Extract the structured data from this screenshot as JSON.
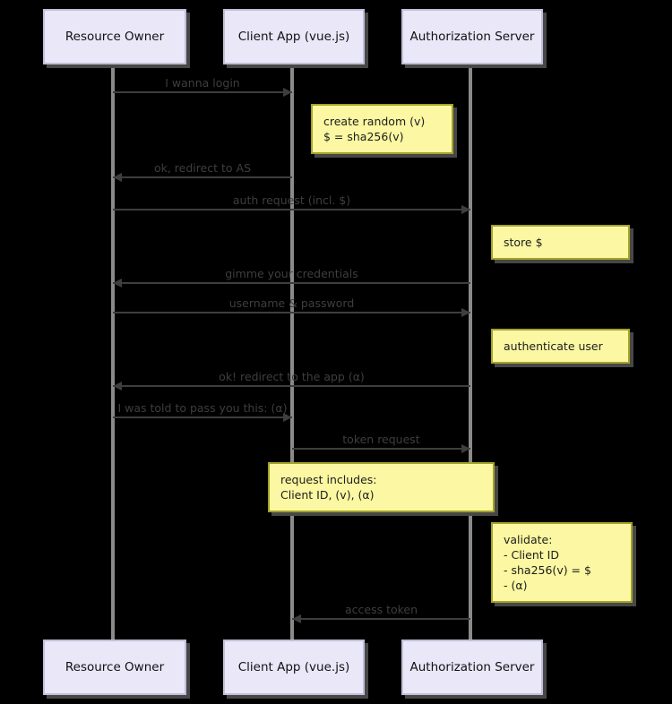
{
  "participants": [
    "Resource Owner",
    "Client App (vue.js)",
    "Authorization Server"
  ],
  "messages": [
    {
      "from": "Resource Owner",
      "to": "Client App (vue.js)",
      "direction": "right",
      "label": "I wanna login"
    },
    {
      "from": "Client App (vue.js)",
      "to": "Resource Owner",
      "direction": "left",
      "label": "ok, redirect to AS"
    },
    {
      "from": "Resource Owner",
      "to": "Authorization Server",
      "direction": "right",
      "label": "auth request (incl. $)"
    },
    {
      "from": "Authorization Server",
      "to": "Resource Owner",
      "direction": "left",
      "label": "gimme your credentials"
    },
    {
      "from": "Resource Owner",
      "to": "Authorization Server",
      "direction": "right",
      "label": "username & password"
    },
    {
      "from": "Authorization Server",
      "to": "Resource Owner",
      "direction": "left",
      "label": "ok! redirect to the app (α)"
    },
    {
      "from": "Resource Owner",
      "to": "Client App (vue.js)",
      "direction": "right",
      "label": "I was told to pass you this: (α)"
    },
    {
      "from": "Client App (vue.js)",
      "to": "Authorization Server",
      "direction": "right",
      "label": "token request"
    },
    {
      "from": "Authorization Server",
      "to": "Client App (vue.js)",
      "direction": "left",
      "label": "access token"
    }
  ],
  "notes": [
    {
      "on": "Client App (vue.js)",
      "lines": [
        "create random (v)",
        "$ = sha256(v)"
      ]
    },
    {
      "on": "Authorization Server",
      "lines": [
        "store $"
      ]
    },
    {
      "on": "Authorization Server",
      "lines": [
        "authenticate user"
      ]
    },
    {
      "on": "Client App (vue.js) / Authorization Server",
      "lines": [
        "request includes:",
        "Client ID, (v), (α)"
      ]
    },
    {
      "on": "Authorization Server",
      "lines": [
        "validate:",
        "- Client ID",
        "- sha256(v) = $",
        "- (α)"
      ]
    }
  ],
  "colors": {
    "background": "#000000",
    "participant_fill": "#e9e7f8",
    "participant_border": "#bfbfd8",
    "note_fill": "#fbf7a2",
    "note_border": "#a3a32b",
    "lifeline": "#8a8a8a",
    "message": "#3e3e3e",
    "shadow": "#474747"
  }
}
